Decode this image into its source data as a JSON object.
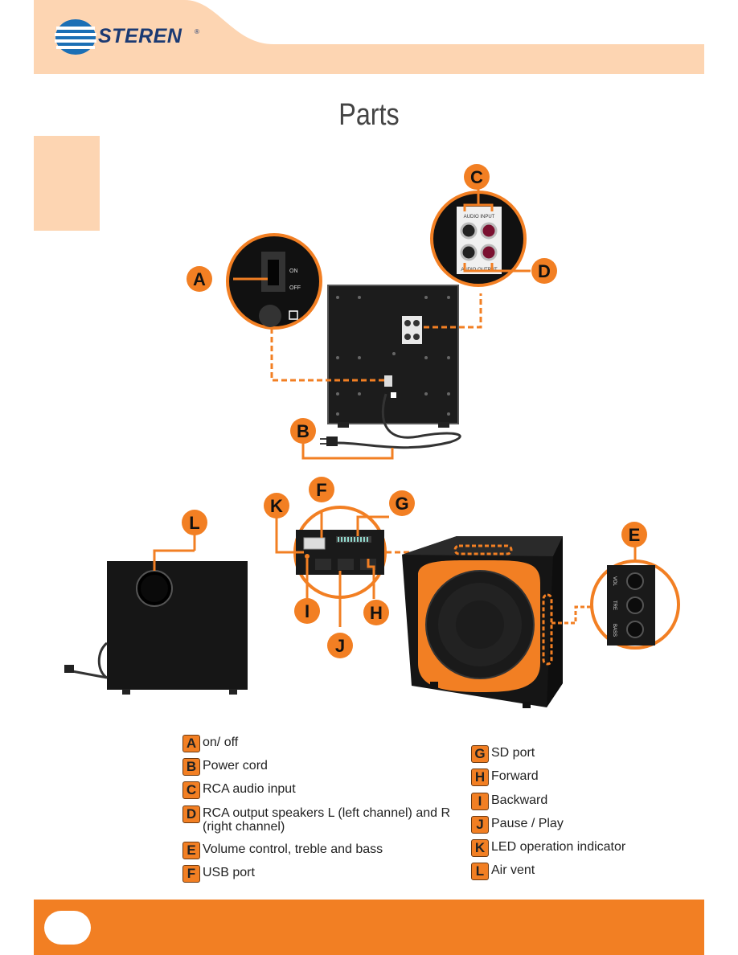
{
  "header": {
    "brand": "STEREN",
    "registered": "®"
  },
  "page": {
    "title": "Parts"
  },
  "callouts": {
    "A": "A",
    "B": "B",
    "C": "C",
    "D": "D",
    "E": "E",
    "F": "F",
    "G": "G",
    "H": "H",
    "I": "I",
    "J": "J",
    "K": "K",
    "L": "L"
  },
  "panel_labels": {
    "audio_input": "AUDIO INPUT",
    "audio_output": "AUDIO OUTPUT",
    "on": "ON",
    "off": "OFF",
    "vol": "VOL",
    "tre": "TRE",
    "bass": "BASS"
  },
  "legend": {
    "left": [
      {
        "key": "A",
        "text": "on/ off"
      },
      {
        "key": "B",
        "text": "Power cord"
      },
      {
        "key": "C",
        "text": "RCA audio input"
      },
      {
        "key": "D",
        "text": "RCA output speakers L (left channel) and R (right channel)"
      },
      {
        "key": "E",
        "text": "Volume control, treble and bass"
      },
      {
        "key": "F",
        "text": "USB port"
      }
    ],
    "right": [
      {
        "key": "G",
        "text": "SD port"
      },
      {
        "key": "H",
        "text": "Forward"
      },
      {
        "key": "I",
        "text": "Backward"
      },
      {
        "key": "J",
        "text": "Pause / Play"
      },
      {
        "key": "K",
        "text": "LED operation indicator"
      },
      {
        "key": "L",
        "text": "Air vent"
      }
    ]
  },
  "colors": {
    "accent": "#f27f23",
    "header_bg": "#fdd5b2",
    "brand_blue": "#1b3a73"
  }
}
